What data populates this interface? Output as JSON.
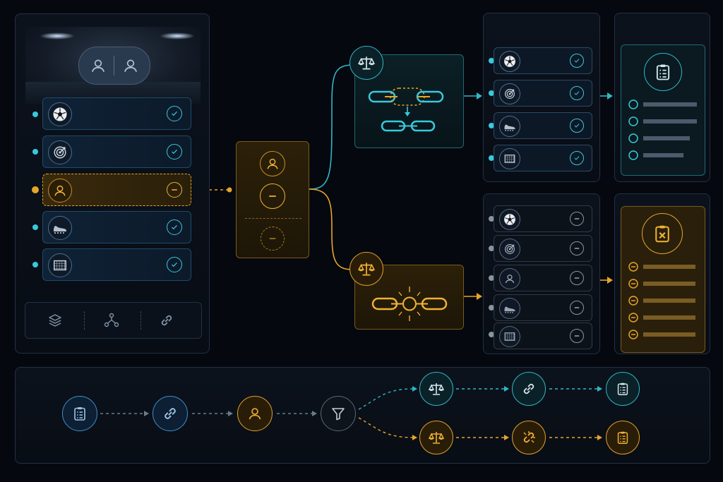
{
  "players_panel": {
    "header_icons": [
      "user-icon",
      "user-icon"
    ],
    "rows": [
      {
        "icon": "soccer-ball-icon",
        "status": "check-icon",
        "state": "included"
      },
      {
        "icon": "target-icon",
        "status": "check-icon",
        "state": "included"
      },
      {
        "icon": "user-icon",
        "status": "minus-icon",
        "state": "selected"
      },
      {
        "icon": "cleat-icon",
        "status": "check-icon",
        "state": "included"
      },
      {
        "icon": "goal-net-icon",
        "status": "check-icon",
        "state": "included"
      }
    ],
    "toolbar": [
      "layers-icon",
      "network-icon",
      "link-icon"
    ]
  },
  "selection_card": {
    "icons": [
      "user-icon",
      "minus-icon",
      "minus-icon"
    ]
  },
  "branch_top": {
    "scale": "balance-scale-icon",
    "links": "chain-link-icon",
    "result": "check-list-icon"
  },
  "branch_bottom": {
    "scale": "balance-scale-icon",
    "links": "broken-chain-icon",
    "result": "rejected-list-icon"
  },
  "colors": {
    "teal": "#38c9dd",
    "amber": "#e6a52a",
    "blue": "#3f8fc9",
    "gray": "#8a949e"
  },
  "pipeline": {
    "nodes": [
      "clipboard-icon",
      "link-icon",
      "user-icon",
      "filter-icon"
    ],
    "top_path": [
      "balance-scale-icon",
      "link-icon",
      "clipboard-icon"
    ],
    "bottom_path": [
      "balance-scale-icon",
      "broken-link-icon",
      "clipboard-icon"
    ]
  }
}
